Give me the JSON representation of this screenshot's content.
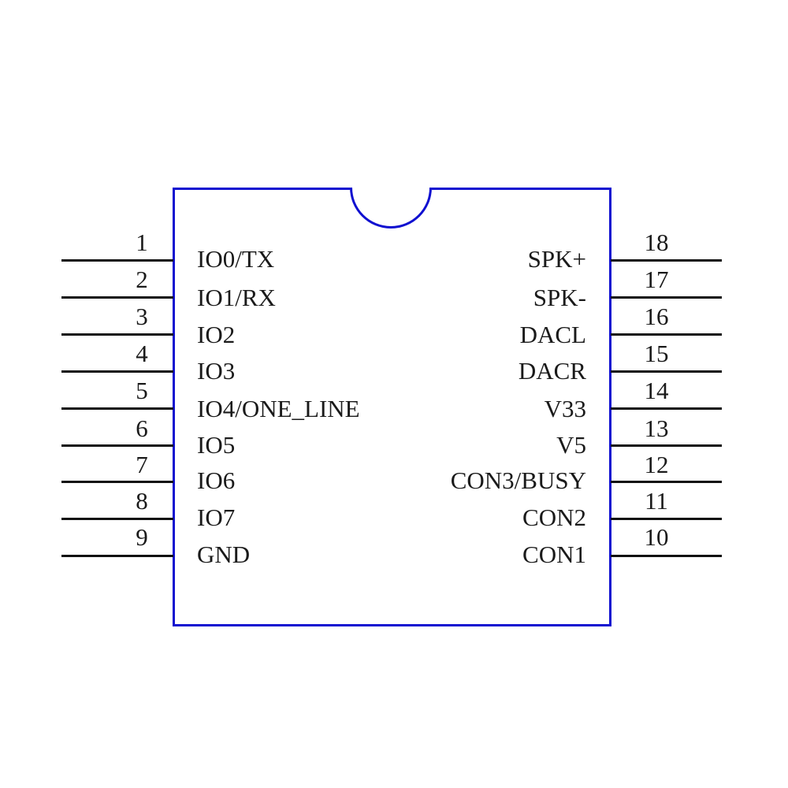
{
  "chip": {
    "outline_color": "#1010d0",
    "pin_color": "#111111",
    "text_color": "#1a1a1a",
    "package": "18-pin dual in-line",
    "left_pins": [
      {
        "number": "1",
        "name": "IO0/TX"
      },
      {
        "number": "2",
        "name": "IO1/RX"
      },
      {
        "number": "3",
        "name": "IO2"
      },
      {
        "number": "4",
        "name": "IO3"
      },
      {
        "number": "5",
        "name": "IO4/ONE_LINE"
      },
      {
        "number": "6",
        "name": "IO5"
      },
      {
        "number": "7",
        "name": "IO6"
      },
      {
        "number": "8",
        "name": "IO7"
      },
      {
        "number": "9",
        "name": "GND"
      }
    ],
    "right_pins": [
      {
        "number": "18",
        "name": "SPK+"
      },
      {
        "number": "17",
        "name": "SPK-"
      },
      {
        "number": "16",
        "name": "DACL"
      },
      {
        "number": "15",
        "name": "DACR"
      },
      {
        "number": "14",
        "name": "V33"
      },
      {
        "number": "13",
        "name": "V5"
      },
      {
        "number": "12",
        "name": "CON3/BUSY"
      },
      {
        "number": "11",
        "name": "CON2"
      },
      {
        "number": "10",
        "name": "CON1"
      }
    ]
  }
}
